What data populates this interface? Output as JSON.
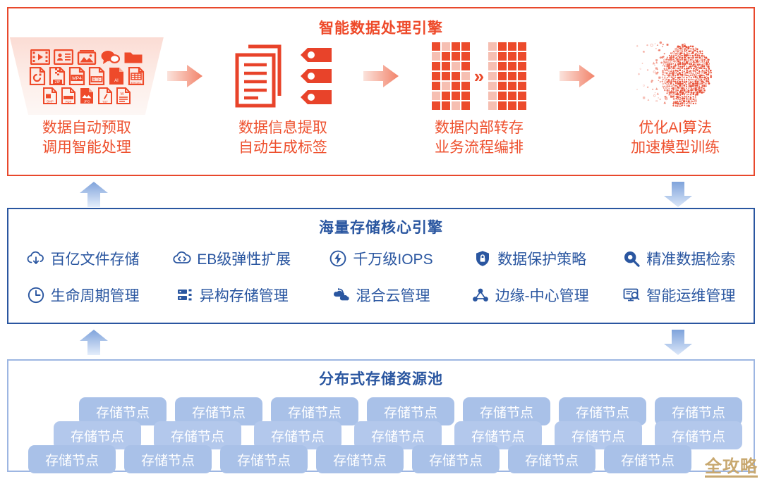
{
  "colors": {
    "red": "#ee4a2a",
    "red_dark": "#ec4b2c",
    "red_light": "#f6bfb2",
    "blue": "#2a56a0",
    "node_blue": "#a9c1e8",
    "panel_blue_border": "#9db6e2",
    "watermark": "#c8a86f"
  },
  "top_panel": {
    "title": "智能数据处理引擎",
    "steps": [
      {
        "id": "data-prefetch",
        "icon": "file-funnel-icon",
        "caption_line1": "数据自动预取",
        "caption_line2": "调用智能处理",
        "file_icons_row1": [
          "video-icon",
          "contact-card-icon",
          "image-icon",
          "chat-bubble-icon",
          "folder-icon"
        ],
        "file_icons_row2": [
          "psd-file-icon",
          "zip-file-icon",
          "mp4-file-icon",
          "rtf-file-icon",
          "ai-file-icon",
          "excel-file-icon"
        ],
        "file_icons_row3": [
          "bmp-file-icon",
          "pdf-file-icon",
          "jpg-file-icon",
          "txt-file-icon",
          "word-file-icon"
        ],
        "file_labels_row2": [
          "",
          "ZIP",
          "MP4",
          "RTF",
          "AI",
          "EXCEL"
        ],
        "file_labels_row3": [
          "BMP",
          "PDF",
          "JPG",
          "TXT",
          "W"
        ]
      },
      {
        "id": "info-extraction",
        "icon": "document-tags-icon",
        "caption_line1": "数据信息提取",
        "caption_line2": "自动生成标签",
        "tag_count": 3
      },
      {
        "id": "internal-transfer",
        "icon": "data-matrix-icon",
        "caption_line1": "数据内部转存",
        "caption_line2": "业务流程编排",
        "separator": "»",
        "grid_left": [
          [
            "d",
            "l",
            "d",
            "d"
          ],
          [
            "l",
            "d",
            "d",
            "d"
          ],
          [
            "d",
            "d",
            "l",
            "d"
          ],
          [
            "d",
            "d",
            "d",
            "l"
          ],
          [
            "d",
            "l",
            "d",
            "d"
          ],
          [
            "l",
            "d",
            "d",
            "d"
          ],
          [
            "d",
            "d",
            "l",
            "d"
          ]
        ],
        "grid_right": [
          [
            "l",
            "d",
            "d",
            "d"
          ],
          [
            "l",
            "d",
            "d",
            "d"
          ],
          [
            "l",
            "d",
            "d",
            "d"
          ],
          [
            "l",
            "d",
            "d",
            "d"
          ],
          [
            "l",
            "d",
            "d",
            "d"
          ],
          [
            "l",
            "d",
            "d",
            "d"
          ],
          [
            "l",
            "d",
            "d",
            "d"
          ]
        ]
      },
      {
        "id": "ai-optimization",
        "icon": "ai-head-particles-icon",
        "caption_line1": "优化AI算法",
        "caption_line2": "加速模型训练"
      }
    ],
    "arrows": [
      "arrow-right-icon",
      "arrow-right-icon",
      "arrow-right-icon"
    ]
  },
  "mid_panel": {
    "title": "海量存储核心引擎",
    "features": [
      {
        "icon": "cloud-download-icon",
        "label": "百亿文件存储"
      },
      {
        "icon": "cloud-code-icon",
        "label": "EB级弹性扩展"
      },
      {
        "icon": "lightning-circle-icon",
        "label": "千万级IOPS"
      },
      {
        "icon": "shield-lock-icon",
        "label": "数据保护策略"
      },
      {
        "icon": "search-target-icon",
        "label": "精准数据检索"
      },
      {
        "icon": "clock-icon",
        "label": "生命周期管理"
      },
      {
        "icon": "server-stack-icon",
        "label": "异构存储管理"
      },
      {
        "icon": "hybrid-cloud-sync-icon",
        "label": "混合云管理"
      },
      {
        "icon": "network-nodes-icon",
        "label": "边缘-中心管理"
      },
      {
        "icon": "monitor-search-icon",
        "label": "智能运维管理"
      }
    ]
  },
  "bottom_panel": {
    "title": "分布式存储资源池",
    "node_label": "存储节点",
    "rows": [
      [
        "存储节点",
        "存储节点",
        "存储节点",
        "存储节点",
        "存储节点",
        "存储节点",
        "存储节点"
      ],
      [
        "存储节点",
        "存储节点",
        "存储节点",
        "存储节点",
        "存储节点",
        "存储节点",
        "存储节点"
      ],
      [
        "存储节点",
        "存储节点",
        "存储节点",
        "存储节点",
        "存储节点",
        "存储节点",
        "存储节点"
      ]
    ]
  },
  "connectors": [
    {
      "id": "up-left-1",
      "icon": "arrow-up-icon"
    },
    {
      "id": "down-right-1",
      "icon": "arrow-down-icon"
    },
    {
      "id": "up-left-2",
      "icon": "arrow-up-icon"
    },
    {
      "id": "down-right-2",
      "icon": "arrow-down-icon"
    }
  ],
  "watermark": {
    "text": "全攻略"
  }
}
